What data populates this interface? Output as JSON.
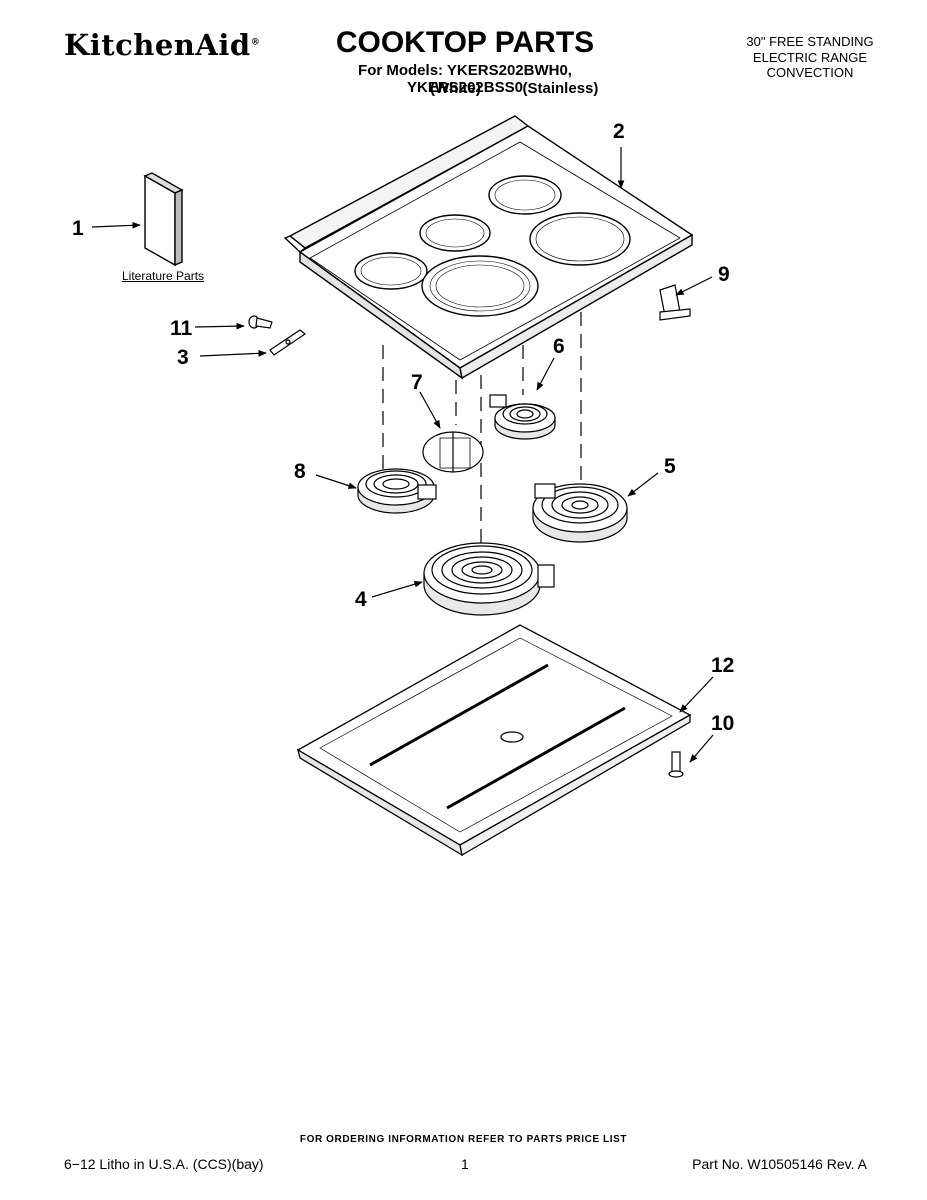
{
  "header": {
    "brand": "KitchenAid",
    "brand_mark": "®",
    "title": "COOKTOP PARTS",
    "models_line": "For Models: YKERS202BWH0, YKERS202BSS0",
    "variant_white": "(White)",
    "variant_stainless": "(Stainless)",
    "spec_lines": [
      "30\" FREE STANDING",
      "ELECTRIC RANGE",
      "CONVECTION"
    ]
  },
  "diagram": {
    "literature_label": "Literature Parts",
    "callouts": [
      "1",
      "2",
      "3",
      "4",
      "5",
      "6",
      "7",
      "8",
      "9",
      "10",
      "11",
      "12"
    ]
  },
  "footer": {
    "order_note": "FOR ORDERING INFORMATION REFER TO PARTS PRICE LIST",
    "litho": "6−12 Litho in U.S.A. (CCS)(bay)",
    "page_number": "1",
    "part_number": "Part No. W10505146 Rev. A"
  }
}
